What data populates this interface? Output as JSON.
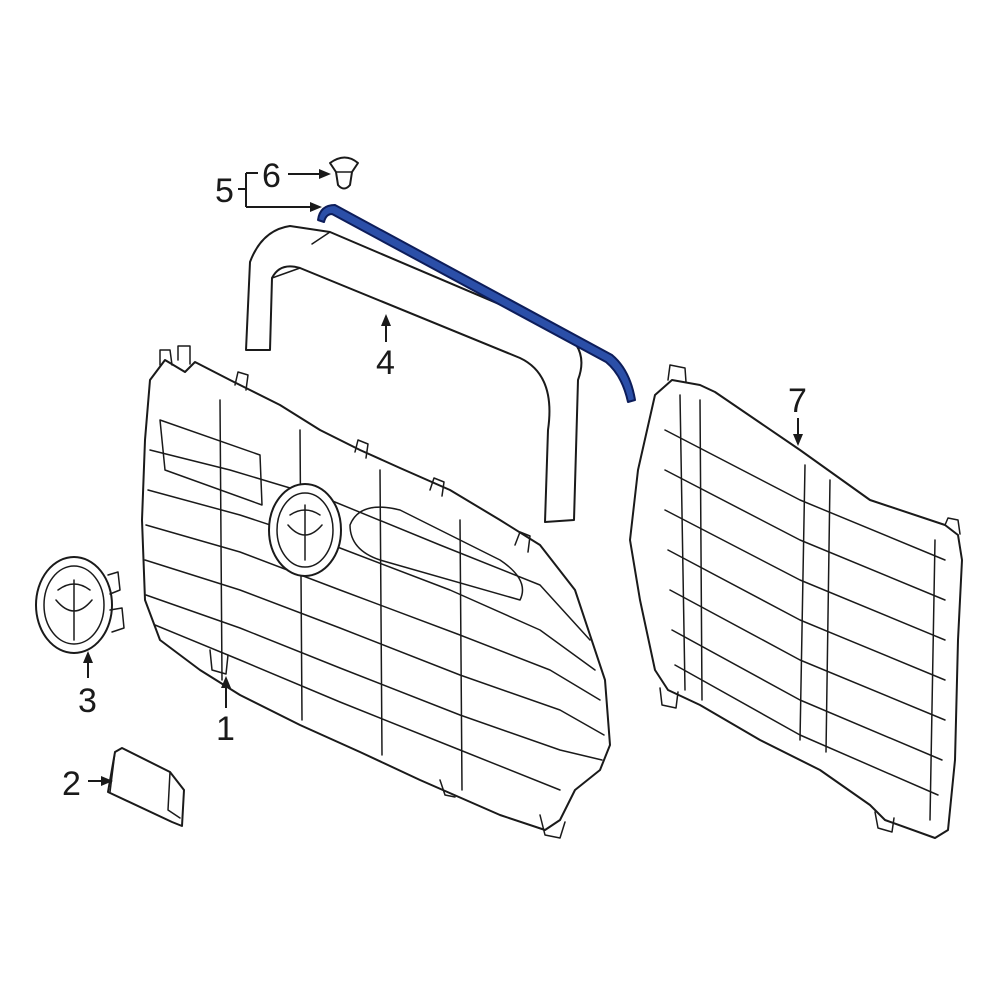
{
  "diagram": {
    "highlight_color": "#2b4fa8",
    "line_color": "#1a1a1a",
    "background": "#ffffff",
    "callouts": [
      {
        "id": "1",
        "label": "1",
        "part": "grille-assembly"
      },
      {
        "id": "2",
        "label": "2",
        "part": "sensor-bracket"
      },
      {
        "id": "3",
        "label": "3",
        "part": "emblem"
      },
      {
        "id": "4",
        "label": "4",
        "part": "upper-molding"
      },
      {
        "id": "5",
        "label": "5",
        "part": "seal-assembly"
      },
      {
        "id": "6",
        "label": "6",
        "part": "clip"
      },
      {
        "id": "7",
        "label": "7",
        "part": "shutter-assembly"
      }
    ]
  }
}
